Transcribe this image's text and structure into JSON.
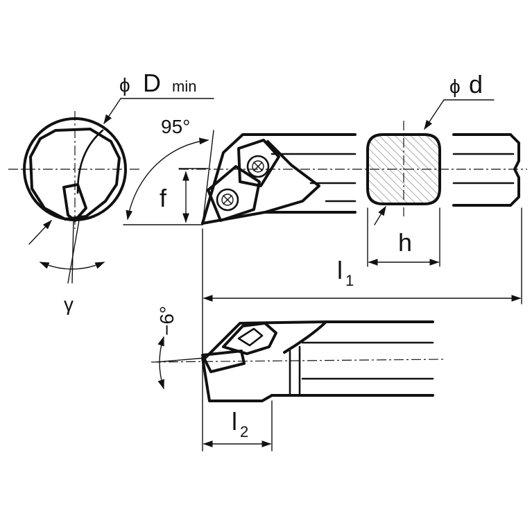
{
  "labels": {
    "d_min_phi": "ϕ",
    "d_min_main": "D",
    "d_min_sub": "min",
    "approach_angle": "95°",
    "f": "f",
    "d_phi": "ϕ",
    "d_main": "d",
    "h": "h",
    "l1_main": "l",
    "l1_sub": "1",
    "l2_main": "l",
    "l2_sub": "2",
    "gamma": "γ",
    "inclination": "−6°"
  }
}
